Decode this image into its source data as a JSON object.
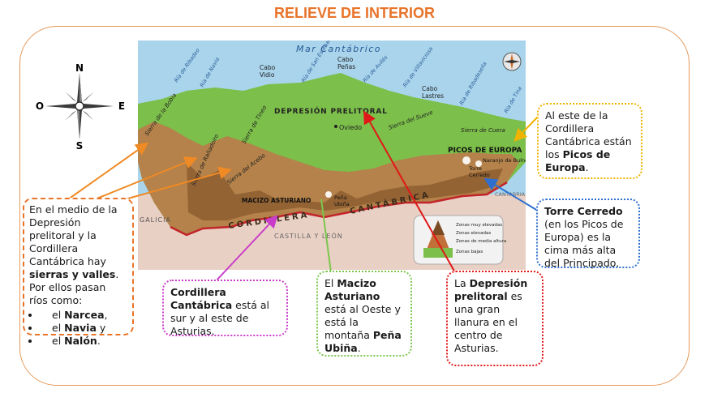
{
  "title": "RELIEVE DE INTERIOR",
  "compass": {
    "north": "N",
    "south": "S",
    "east": "E",
    "west": "O"
  },
  "map": {
    "sea": "Mar Cantábrico",
    "places": {
      "cabo_vidio": [
        "Cabo",
        "Vidio"
      ],
      "cabo_penas": [
        "Cabo",
        "Peñas"
      ],
      "cabo_lastres": [
        "Cabo",
        "Lastres"
      ],
      "oviedo": "Oviedo",
      "depresion": "DEPRESIÓN PRELITORAL",
      "picos": "PICOS DE EUROPA",
      "naranjo": "Naranjo de Bulnes",
      "torre": [
        "Torre",
        "Cerredo"
      ],
      "macizo": "MACIZO ASTURIANO",
      "ubina": [
        "Peña",
        "Ubiña"
      ],
      "cordillera_west": "CORDILLERA",
      "cordillera_east": "CANTÁBRICA",
      "cantabria": "CANTABRIA",
      "galicia": "GALICIA",
      "castilla": "CASTILLA Y LEÓN"
    },
    "rias": [
      "Ría de Ribadeo",
      "Ría de Navia",
      "Ría de San Esteban",
      "Ría de Avilés",
      "Ría de Villaviciosa",
      "Ría de Ribadesella",
      "Ría de Tina"
    ],
    "sierras": [
      "Sierra de la Bobia",
      "Sierra de Rañadoiro",
      "Sierra de Tineo",
      "Sierra del Acebo",
      "Sierra del Sueve",
      "Sierra de Cuera"
    ],
    "legend": [
      "Zonas muy elevadas",
      "Zonas elevadas",
      "Zonas de media altura",
      "Zonas bajas"
    ]
  },
  "notes": {
    "valleys": {
      "intro": "En el medio de la Depresión prelitoral y la Cordillera Cantábrica hay",
      "bold": "sierras y valles",
      "outro": ". Por ellos pasan ríos como:",
      "rivers": [
        {
          "pre": "el ",
          "name": "Narcea",
          "post": ","
        },
        {
          "pre": "el ",
          "name": "Navia",
          "post": " y"
        },
        {
          "pre": "el ",
          "name": "Nalón",
          "post": "."
        }
      ]
    },
    "picos": {
      "intro": "Al este de la Cordillera Cantábrica están los ",
      "bold": "Picos de Europa",
      "outro": "."
    },
    "cerredo": {
      "bold": "Torre Cerredo",
      "text": " (en los Picos de Europa) es la cima más alta del Principado."
    },
    "cordillera": {
      "bold": "Cordillera Cantábrica",
      "text": " está al sur y al este de Asturias."
    },
    "macizo": {
      "pre": "El ",
      "bold1": "Macizo Asturiano",
      "mid": " está al Oeste y está la montaña ",
      "bold2": "Peña Ubiña",
      "post": "."
    },
    "depresion": {
      "pre": "La ",
      "bold": "Depresión prelitoral",
      "text": " es una gran llanura en el centro de Asturias."
    }
  },
  "colors": {
    "title": "#e8742a",
    "frame": "#e59a5a",
    "arrow_orange": "#f08a24",
    "arrow_yellow": "#f0b400",
    "arrow_blue": "#2e6fcf",
    "arrow_magenta": "#c93cc9",
    "arrow_green": "#7cc64e",
    "arrow_red": "#e01818",
    "sea": "#a9d4ec",
    "lowland": "#7cbf4a",
    "mountain": "#b4824a",
    "high": "#7a4a22"
  }
}
